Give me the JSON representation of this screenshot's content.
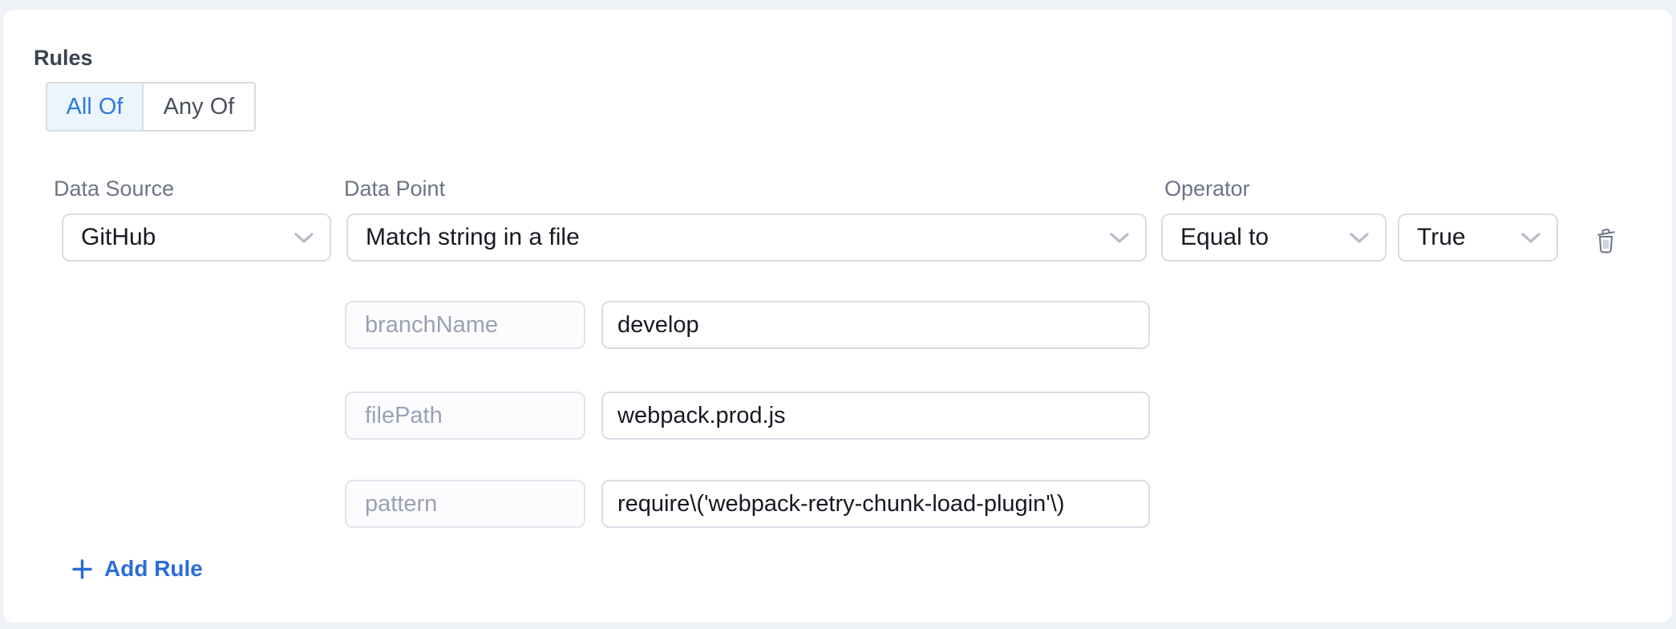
{
  "colors": {
    "page_background": "#eef1f6",
    "card_background": "#ffffff",
    "accent_blue": "#2d7cd8",
    "add_rule_blue": "#2b6cd8",
    "field_border": "#d9dce6",
    "selected_segment_background": "#ebf5fb",
    "muted_text": "#6e7486",
    "placeholder_text": "#9ba0b5"
  },
  "rules": {
    "title": "Rules",
    "match_mode": {
      "options": [
        {
          "label": "All Of",
          "selected": true
        },
        {
          "label": "Any Of",
          "selected": false
        }
      ]
    },
    "rule": {
      "data_source": {
        "label": "Data Source",
        "selected": "GitHub"
      },
      "data_point": {
        "label": "Data Point",
        "selected": "Match string in a file"
      },
      "operator": {
        "label": "Operator",
        "selected": "Equal to"
      },
      "expected_value": {
        "selected": "True"
      },
      "delete_icon": "trash-icon",
      "parameters": [
        {
          "name": "branchName",
          "value": "develop"
        },
        {
          "name": "filePath",
          "value": "webpack.prod.js"
        },
        {
          "name": "pattern",
          "value": "require\\('webpack-retry-chunk-load-plugin'\\)"
        }
      ]
    },
    "add_rule": {
      "label": "Add Rule",
      "icon": "plus-icon"
    }
  }
}
